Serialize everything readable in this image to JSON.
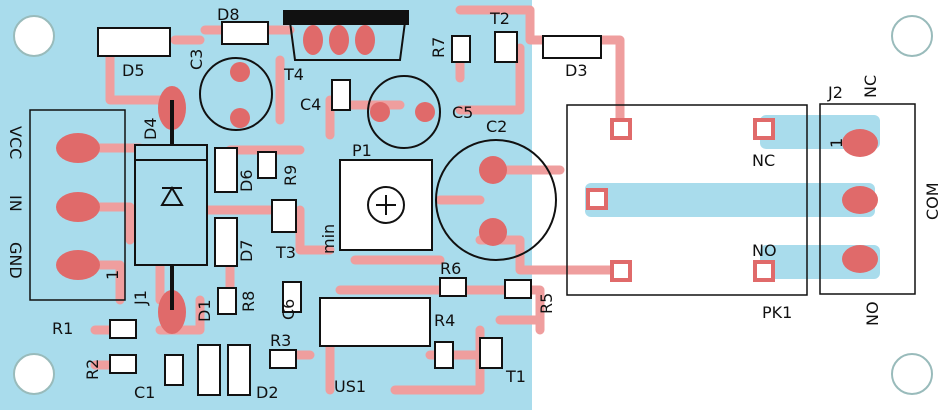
{
  "colors": {
    "copper": "#a9dcec",
    "trace": "#ef9e9e",
    "pad": "#e06a6a",
    "outline": "#111111",
    "background": "#ffffff"
  },
  "labels": {
    "d8": "D8",
    "t2": "T2",
    "d5": "D5",
    "c3": "C3",
    "t4": "T4",
    "r7": "R7",
    "d3": "D3",
    "j2": "J2",
    "nc_top": "NC",
    "c4": "C4",
    "c5": "C5",
    "c2": "C2",
    "vcc": "VCC",
    "in": "IN",
    "gnd": "GND",
    "d4": "D4",
    "d6": "D6",
    "r9": "R9",
    "p1": "P1",
    "nc_relay": "NC",
    "one_j2": "1",
    "com": "COM",
    "d7": "D7",
    "t3": "T3",
    "min": "min",
    "no_relay": "NO",
    "one_j1": "1",
    "j1": "J1",
    "r6": "R6",
    "r5": "R5",
    "c6": "C6",
    "r8": "R8",
    "d1": "D1",
    "pk1": "PK1",
    "no_bottom": "NO",
    "r1": "R1",
    "r3": "R3",
    "r4": "R4",
    "r2": "R2",
    "c1": "C1",
    "d2": "D2",
    "us1": "US1",
    "t1": "T1"
  }
}
